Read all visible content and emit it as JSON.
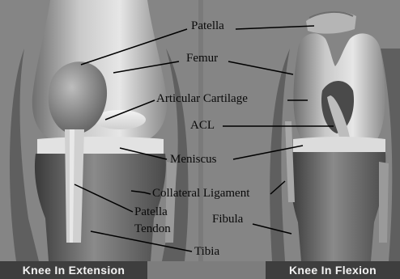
{
  "labels": {
    "patella": "Patella",
    "femur": "Femur",
    "articular_cartilage": "Articular Cartilage",
    "acl": "ACL",
    "meniscus": "Meniscus",
    "collateral_ligament": "Collateral Ligament",
    "patella_tendon_line1": "Patella",
    "patella_tendon_line2": "Tendon",
    "fibula": "Fibula",
    "tibia": "Tibia"
  },
  "captions": {
    "left": "Knee In Extension",
    "right": "Knee In Flexion"
  }
}
